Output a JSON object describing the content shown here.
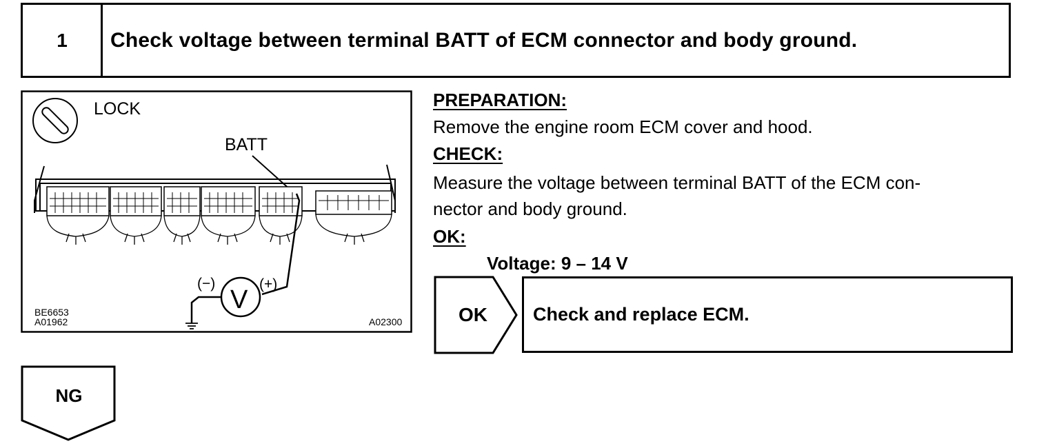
{
  "step": {
    "number": "1",
    "title": "Check voltage between terminal BATT of ECM connector and body ground."
  },
  "illustration": {
    "lock_label": "LOCK",
    "batt_label": "BATT",
    "minus_label": "(−)",
    "plus_label": "(+)",
    "meter_symbol": "V",
    "code_left_1": "BE6653",
    "code_left_2": "A01962",
    "code_right": "A02300"
  },
  "instructions": {
    "preparation_heading": "PREPARATION:",
    "preparation_text": "Remove the engine room ECM cover and hood.",
    "check_heading": "CHECK:",
    "check_text_line1": "Measure the voltage between terminal BATT of the ECM con-",
    "check_text_line2": "nector and body ground.",
    "ok_heading": "OK:",
    "ok_spec": "Voltage: 9 – 14 V"
  },
  "flow": {
    "ok_label": "OK",
    "ok_result": "Check and replace ECM.",
    "ng_label": "NG"
  }
}
